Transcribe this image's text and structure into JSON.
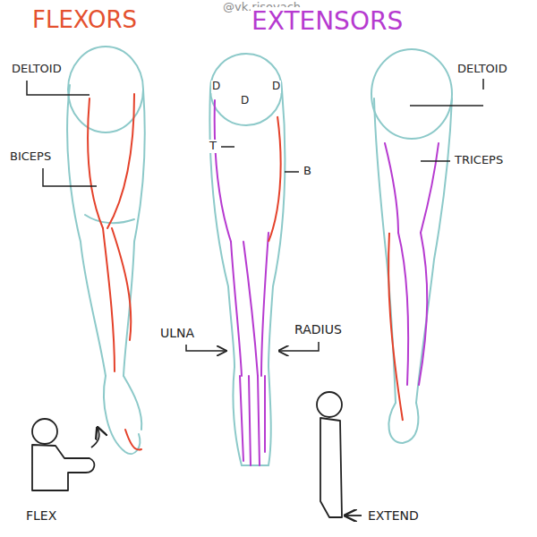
{
  "diagram": {
    "labels": [
      "FLEXORS",
      "@vk.risovach",
      "EXTENSORS",
      "DELTOID",
      "BICEPS",
      "D",
      "D",
      "D",
      "T",
      "B",
      "DELTOID",
      "TRICEPS",
      "ULNA",
      "RADIUS",
      "FLEX",
      "EXTEND"
    ]
  }
}
